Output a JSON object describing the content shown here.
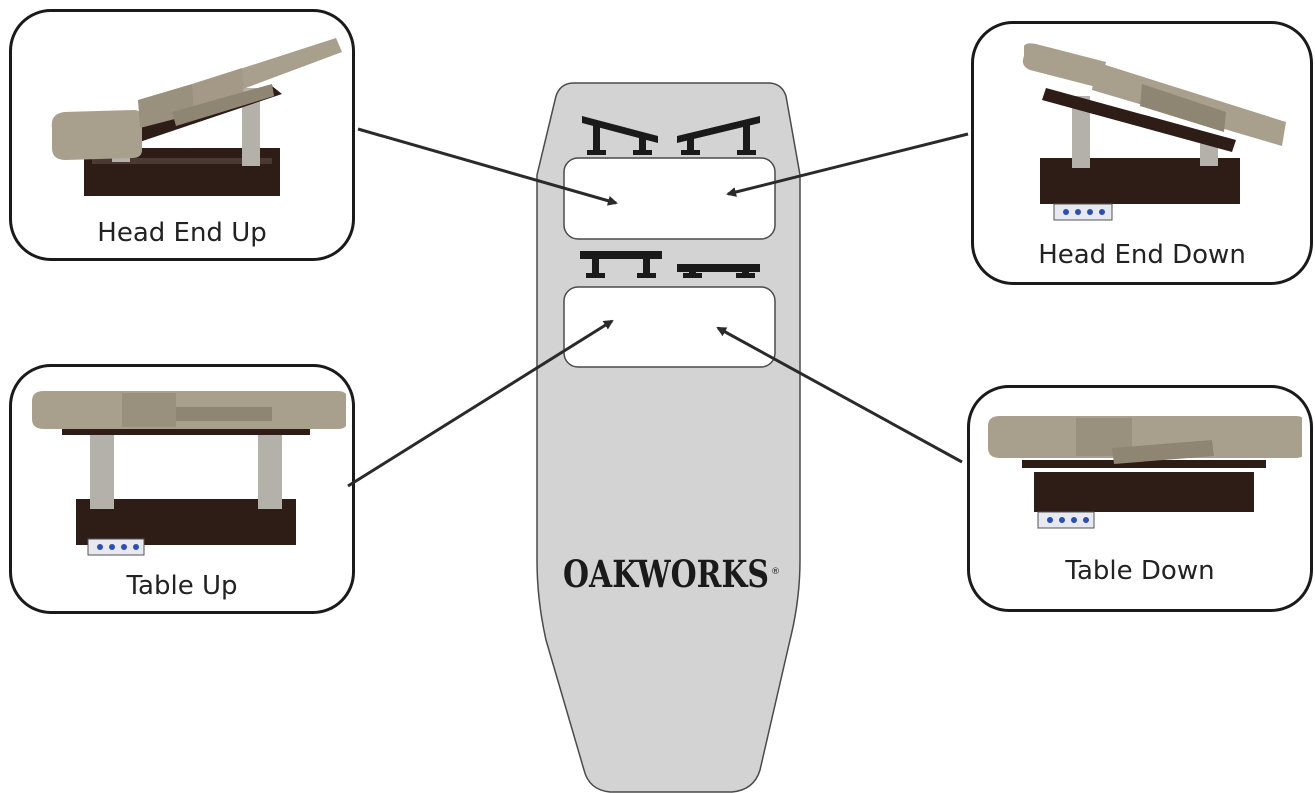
{
  "panels": {
    "head_end_up": "Head End Up",
    "head_end_down": "Head End Down",
    "table_up": "Table Up",
    "table_down": "Table Down"
  },
  "remote": {
    "brand": "OAKWORKS",
    "trademark": "®"
  },
  "colors": {
    "remote_body": "#d3d3d3",
    "cushion": "#a99f8d",
    "wood": "#2e1c16",
    "metal": "#b4b0aa",
    "outline": "#1a1a1a"
  }
}
